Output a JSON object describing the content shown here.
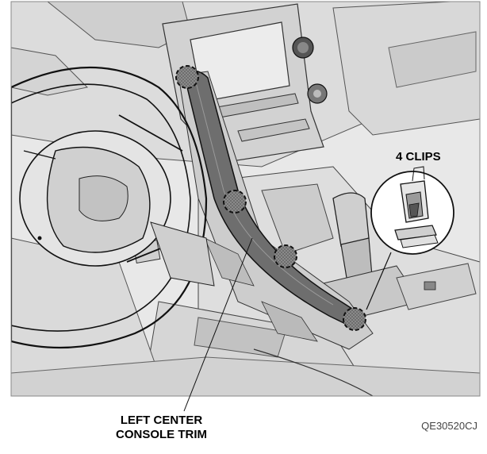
{
  "callouts": {
    "clips": "4 CLIPS",
    "trim_line1": "LEFT CENTER",
    "trim_line2": "CONSOLE TRIM"
  },
  "figure_code": "QE30520CJ",
  "colors": {
    "background": "#ffffff",
    "dashboard_light": "#e9e9e9",
    "dashboard_mid": "#c9c9c9",
    "line": "#222222",
    "trim_part": "#6e6e6e",
    "clip_marker": "#bdbdbd"
  }
}
